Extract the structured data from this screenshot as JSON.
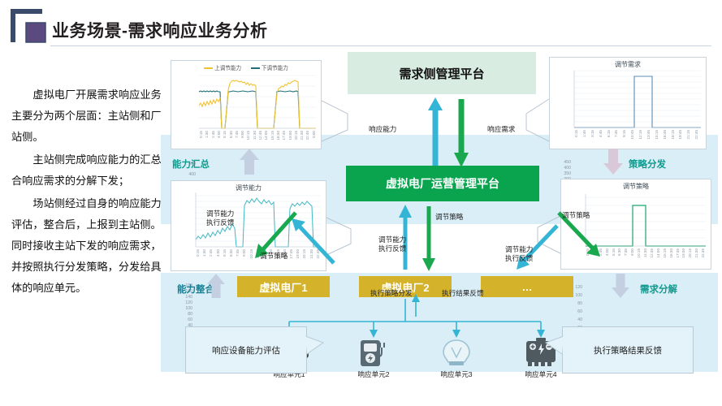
{
  "header": {
    "title": "业务场景-需求响应业务分析",
    "logo_name": "bracket-square-logo"
  },
  "left_text": {
    "paragraphs": [
      "虚拟电厂开展需求响应业务主要分为两个层面：主站侧和厂站侧。",
      "主站侧完成响应能力的汇总合响应需求的分解下发；",
      "场站侧经过自身的响应能力评估，整合后，上报到主站侧。同时接收主站下发的响应需求，并按照执行分发策略，分发给具体的响应单元。"
    ]
  },
  "boxes": {
    "dsm_platform": "需求侧管理平台",
    "vpp_platform": "虚拟电厂运营管理平台",
    "vpp1": "虚拟电厂1",
    "vpp2": "虚拟电厂2",
    "vpp3": "…"
  },
  "side_labels": {
    "capability_summary": "能力汇总",
    "strategy_dispatch": "策略分发",
    "capability_integration": "能力整合",
    "demand_decomposition": "需求分解"
  },
  "flow_labels": {
    "response_capability": "响应能力",
    "response_demand": "响应需求",
    "reg_capability_feedback_left": "调节能力\n执行反馈",
    "reg_strategy_left": "调节策略",
    "reg_capability_feedback_mid": "调节能力\n执行反馈",
    "reg_strategy_mid": "调节策略",
    "reg_capability_feedback_right": "调节能力\n执行反馈",
    "reg_strategy_right": "调节策略",
    "exec_strategy_dispatch": "执行策略分发",
    "exec_result_feedback": "执行结果反馈"
  },
  "bubbles": {
    "device_capability_eval": "响应设备能力评估",
    "exec_strategy_result_feedback": "执行策略结果反馈"
  },
  "units": [
    {
      "label": "响应单元1",
      "icon": "air-conditioner-icon"
    },
    {
      "label": "响应单元2",
      "icon": "ev-charger-icon"
    },
    {
      "label": "响应单元3",
      "icon": "light-bulb-icon"
    },
    {
      "label": "响应单元4",
      "icon": "battery-icon"
    }
  ],
  "colors": {
    "green": "#0aa44f",
    "light_green": "#d8ece2",
    "gold": "#d4b229",
    "teal": "#35b5d6",
    "band_blue": "#daeef7",
    "teal_text": "#0f9b8e",
    "purple": "#5b4a7f",
    "navy": "#3a4a6b"
  },
  "chart_data": [
    {
      "id": "chart-capability-top",
      "type": "line",
      "title": "",
      "legend": [
        {
          "name": "上调节能力",
          "color": "#f0c330"
        },
        {
          "name": "下调节能力",
          "color": "#1f6f78"
        }
      ],
      "legend_position": "top",
      "grid": true,
      "ylabel": "",
      "xlabel": "",
      "ylim": [
        0,
        500
      ],
      "yticks": [
        0,
        100,
        200,
        300,
        400,
        500
      ],
      "x": [
        "0:15",
        "1:30",
        "2:45",
        "4:00",
        "5:15",
        "6:30",
        "7:45",
        "9:00",
        "10:15",
        "11:30",
        "12:45",
        "14:00",
        "15:15",
        "16:30",
        "17:45",
        "19:00",
        "20:15",
        "21:30",
        "22:45",
        "0:00"
      ],
      "series": [
        {
          "name": "上调节能力",
          "color": "#f0c330",
          "values": [
            240,
            255,
            250,
            268,
            262,
            275,
            270,
            285,
            282,
            292,
            290,
            298,
            0,
            0,
            0,
            355,
            392,
            410,
            405,
            398,
            402,
            396,
            400,
            385,
            380,
            0,
            0,
            0,
            0,
            0,
            0,
            0,
            0,
            0,
            0,
            0,
            340,
            360,
            375,
            372,
            385,
            392,
            400,
            406,
            410,
            0,
            0,
            0,
            0,
            0
          ]
        },
        {
          "name": "下调节能力",
          "color": "#1f6f78",
          "values": [
            175,
            175,
            175,
            175,
            175,
            175,
            175,
            175,
            175,
            175,
            175,
            175,
            0,
            0,
            0,
            175,
            175,
            175,
            175,
            175,
            175,
            175,
            175,
            175,
            175,
            0,
            0,
            0,
            0,
            0,
            0,
            0,
            0,
            0,
            0,
            0,
            175,
            175,
            175,
            175,
            175,
            175,
            175,
            175,
            175,
            0,
            0,
            0,
            0,
            0
          ]
        }
      ]
    },
    {
      "id": "chart-demand-top-right",
      "type": "line",
      "title": "调节需求",
      "legend": [],
      "grid": true,
      "ylim": [
        0,
        450
      ],
      "yticks": [
        0,
        50,
        100,
        150,
        200,
        250,
        300,
        350,
        400,
        450
      ],
      "x": [
        "0:15",
        "1:45",
        "3:15",
        "4:45",
        "6:15",
        "7:45",
        "9:15",
        "10:45",
        "12:15",
        "13:45",
        "15:15",
        "16:45",
        "18:15",
        "19:45",
        "21:15",
        "22:45"
      ],
      "series": [
        {
          "name": "调节需求",
          "color": "#5b8db8",
          "values": [
            0,
            0,
            0,
            0,
            0,
            0,
            0,
            0,
            0,
            0,
            0,
            0,
            0,
            0,
            0,
            0,
            400,
            400,
            400,
            400,
            400,
            400,
            0,
            0,
            0,
            0,
            0,
            0,
            0,
            0,
            0,
            0
          ]
        }
      ]
    },
    {
      "id": "chart-capability-mid-left",
      "type": "line",
      "title": "调节能力",
      "legend": [],
      "grid": true,
      "ylim": [
        0,
        180
      ],
      "yticks": [
        0,
        20,
        40,
        60,
        80,
        100,
        120,
        140,
        160,
        180
      ],
      "x": [
        "0:15",
        "1:30",
        "2:45",
        "4:00",
        "5:15",
        "6:30",
        "7:45",
        "9:00",
        "10:15",
        "11:30",
        "12:45",
        "14:00",
        "15:15",
        "16:30",
        "17:45",
        "19:00",
        "20:15",
        "21:30",
        "22:45"
      ],
      "series": [
        {
          "name": "调节能力",
          "color": "#3fb8c4",
          "values": [
            42,
            55,
            48,
            62,
            54,
            70,
            60,
            78,
            72,
            85,
            80,
            96,
            92,
            105,
            100,
            112,
            0,
            0,
            0,
            0,
            0,
            0,
            0,
            0,
            120,
            140,
            150,
            145,
            160,
            152,
            158,
            144,
            150,
            138,
            146,
            0,
            0,
            0,
            0,
            0,
            0,
            0,
            0,
            0,
            0,
            0,
            118,
            132,
            126,
            140,
            134,
            142,
            136,
            144,
            140,
            0,
            0,
            0,
            0,
            0
          ]
        }
      ]
    },
    {
      "id": "chart-strategy-mid-right",
      "type": "line",
      "title": "调节策略",
      "legend": [],
      "grid": true,
      "ylim": [
        0,
        120
      ],
      "yticks": [
        0,
        20,
        40,
        60,
        80,
        100,
        120
      ],
      "x": [
        "0:15",
        "1:30",
        "2:45",
        "4:00",
        "5:15",
        "6:30",
        "7:45",
        "9:00",
        "10:15",
        "11:30",
        "12:45",
        "14:00",
        "15:15",
        "16:30",
        "17:45",
        "19:00",
        "20:15",
        "21:30",
        "22:45"
      ],
      "series": [
        {
          "name": "调节策略",
          "color": "#1aa86a",
          "values": [
            0,
            0,
            0,
            0,
            0,
            0,
            0,
            0,
            0,
            0,
            0,
            0,
            0,
            0,
            0,
            0,
            0,
            0,
            0,
            0,
            0,
            0,
            0,
            100,
            100,
            100,
            100,
            100,
            100,
            100,
            0,
            0,
            0,
            0,
            0,
            0,
            0,
            0,
            0,
            0
          ]
        }
      ]
    }
  ]
}
